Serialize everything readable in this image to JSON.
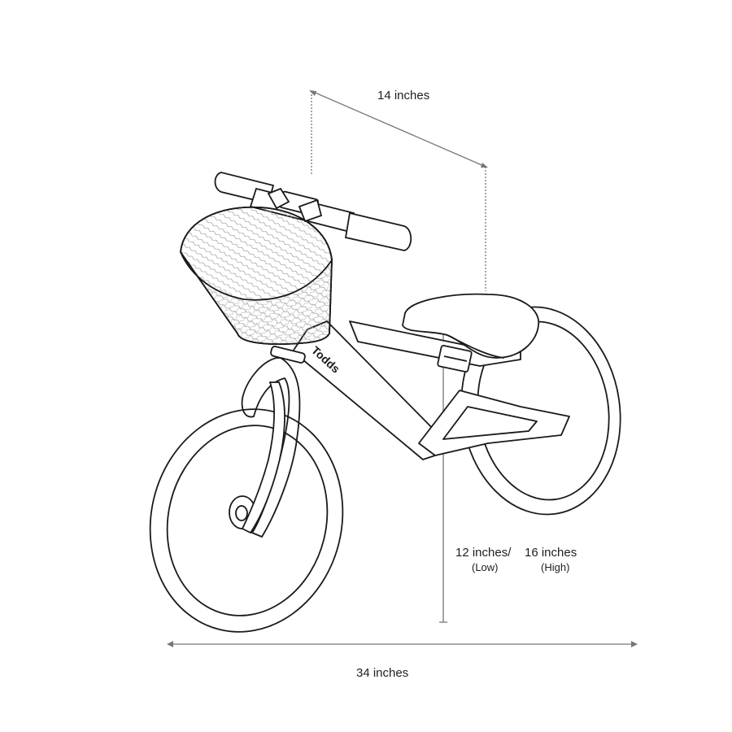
{
  "diagram": {
    "brand": "Todds",
    "dimensions": {
      "handlebar_to_seat": "14 inches",
      "seat_height_low": "12 inches/",
      "seat_height_low_note": "(Low)",
      "seat_height_high": "16 inches",
      "seat_height_high_note": "(High)",
      "overall_length": "34 inches"
    },
    "colors": {
      "line": "#1a1a1a",
      "dimension_line": "#777777",
      "background": "#ffffff"
    }
  }
}
